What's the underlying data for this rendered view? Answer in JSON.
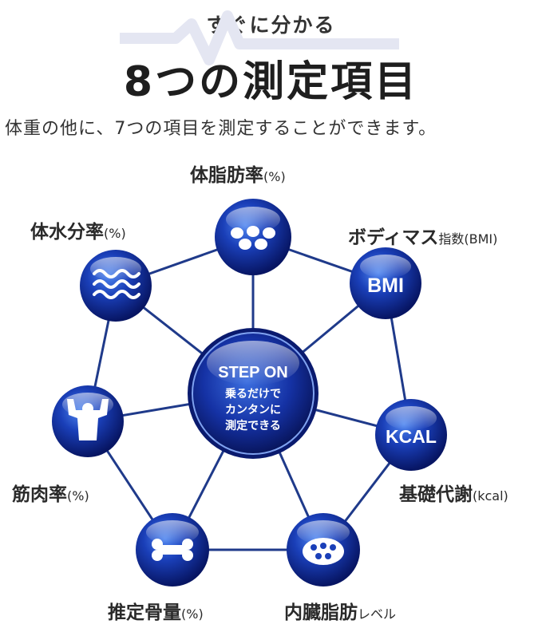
{
  "header": {
    "subtitle": "すぐに分かる",
    "title": "8つの測定項目",
    "description": "体重の他に、7つの項目を測定することができます。"
  },
  "center": {
    "line1": "STEP ON",
    "line2": "乗るだけで",
    "line3": "カンタンに",
    "line4": "測定できる"
  },
  "items": [
    {
      "label": "体脂肪率",
      "unit": "(%)",
      "icon": "dots-icon"
    },
    {
      "label": "ボディマス",
      "unit": "指数(BMI)",
      "icon_text": "BMI"
    },
    {
      "label": "基礎代謝",
      "unit": "(kcal)",
      "icon_text": "KCAL"
    },
    {
      "label": "内臓脂肪",
      "unit": "レベル",
      "icon": "organ-dots-icon"
    },
    {
      "label": "推定骨量",
      "unit": "(%)",
      "icon": "bone-icon"
    },
    {
      "label": "筋肉率",
      "unit": "(%)",
      "icon": "muscle-icon"
    },
    {
      "label": "体水分率",
      "unit": "(%)",
      "icon": "wave-icon"
    }
  ],
  "colors": {
    "node_dark": "#0a1a6e",
    "node_light": "#3a6ee0",
    "line": "#1f3a8a"
  }
}
